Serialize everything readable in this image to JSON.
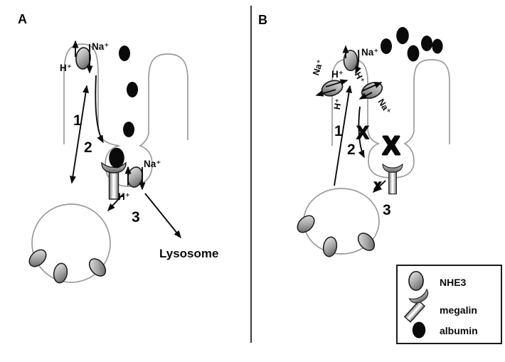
{
  "panelA": {
    "label": "A",
    "steps": {
      "one": "1",
      "two": "2",
      "three": "3"
    },
    "apical": {
      "na": "Na⁺",
      "h": "H⁺"
    },
    "pit": {
      "na": "Na⁺",
      "h": "H⁺"
    },
    "lysosome": "Lysosome"
  },
  "panelB": {
    "label": "B",
    "steps": {
      "one": "1",
      "two": "2",
      "three": "3"
    },
    "apical": {
      "na": "Na⁺",
      "h": "H⁺"
    },
    "left": {
      "na": "Na⁺",
      "h_in": "H⁺",
      "h_out": "H⁺"
    },
    "right": {
      "na": "Na⁺"
    },
    "blocks": {
      "endocytosis": "X",
      "pit": "X",
      "recycling": "x"
    }
  },
  "legend": {
    "items": [
      {
        "key": "nhe3",
        "label": "NHE3"
      },
      {
        "key": "megalin",
        "label": "megalin"
      },
      {
        "key": "albumin",
        "label": "albumin"
      }
    ]
  },
  "colors": {
    "albumin": "#0a0a0a",
    "nhe3_light": "#e2e2e2",
    "nhe3_dark": "#5f5f5f",
    "membrane": "#9b9b9b"
  }
}
